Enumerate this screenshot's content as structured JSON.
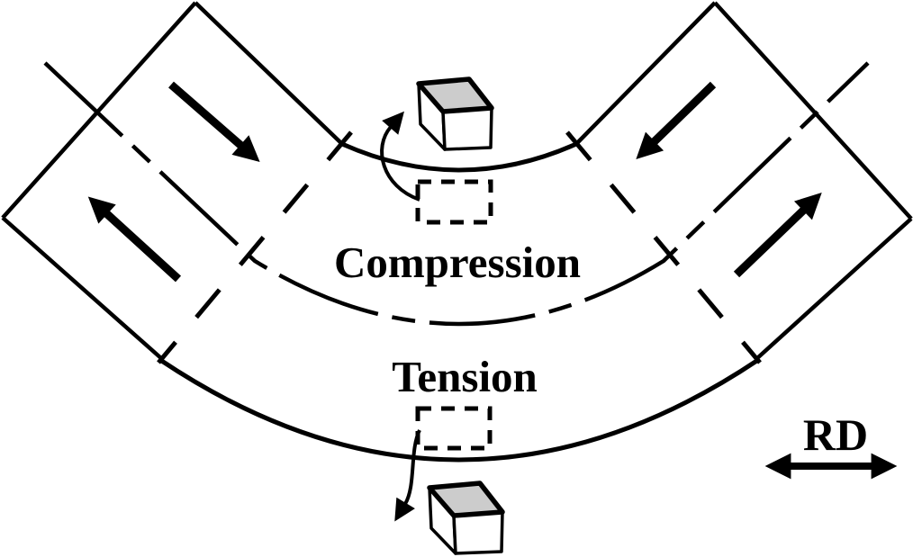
{
  "labels": {
    "compression": "Compression",
    "tension": "Tension",
    "rolling_direction": "RD"
  },
  "colors": {
    "line": "#000000",
    "text": "#000000",
    "cube_top_face": "#cccccc",
    "cube_side_faces": "#ffffff",
    "background": "#ffffff"
  },
  "icons": {
    "shear-direction-arrow": "bold filled black arrow along arm axis",
    "callout-arrow": "thin curved arrow linking dashed sample box to unit-cell cube",
    "rd-double-arrow": "horizontal double-headed arrow for rolling direction",
    "unit-cell-cube": "3D box with gray top face and white side faces",
    "sample-box": "small dashed rectangle marking sampled region"
  },
  "diagram": {
    "type": "bent-sheet-schematic",
    "inner_region_label": "Compression",
    "outer_region_label": "Tension",
    "reference_axis_label": "RD",
    "line_styles": {
      "neutral_axis": "dash-dot centerline through sheet mid-thickness",
      "bend_zone_boundaries": "dashed radial lines at both bend junctions",
      "sheet_edges": "solid outlines of straight arms and bend arcs"
    }
  }
}
